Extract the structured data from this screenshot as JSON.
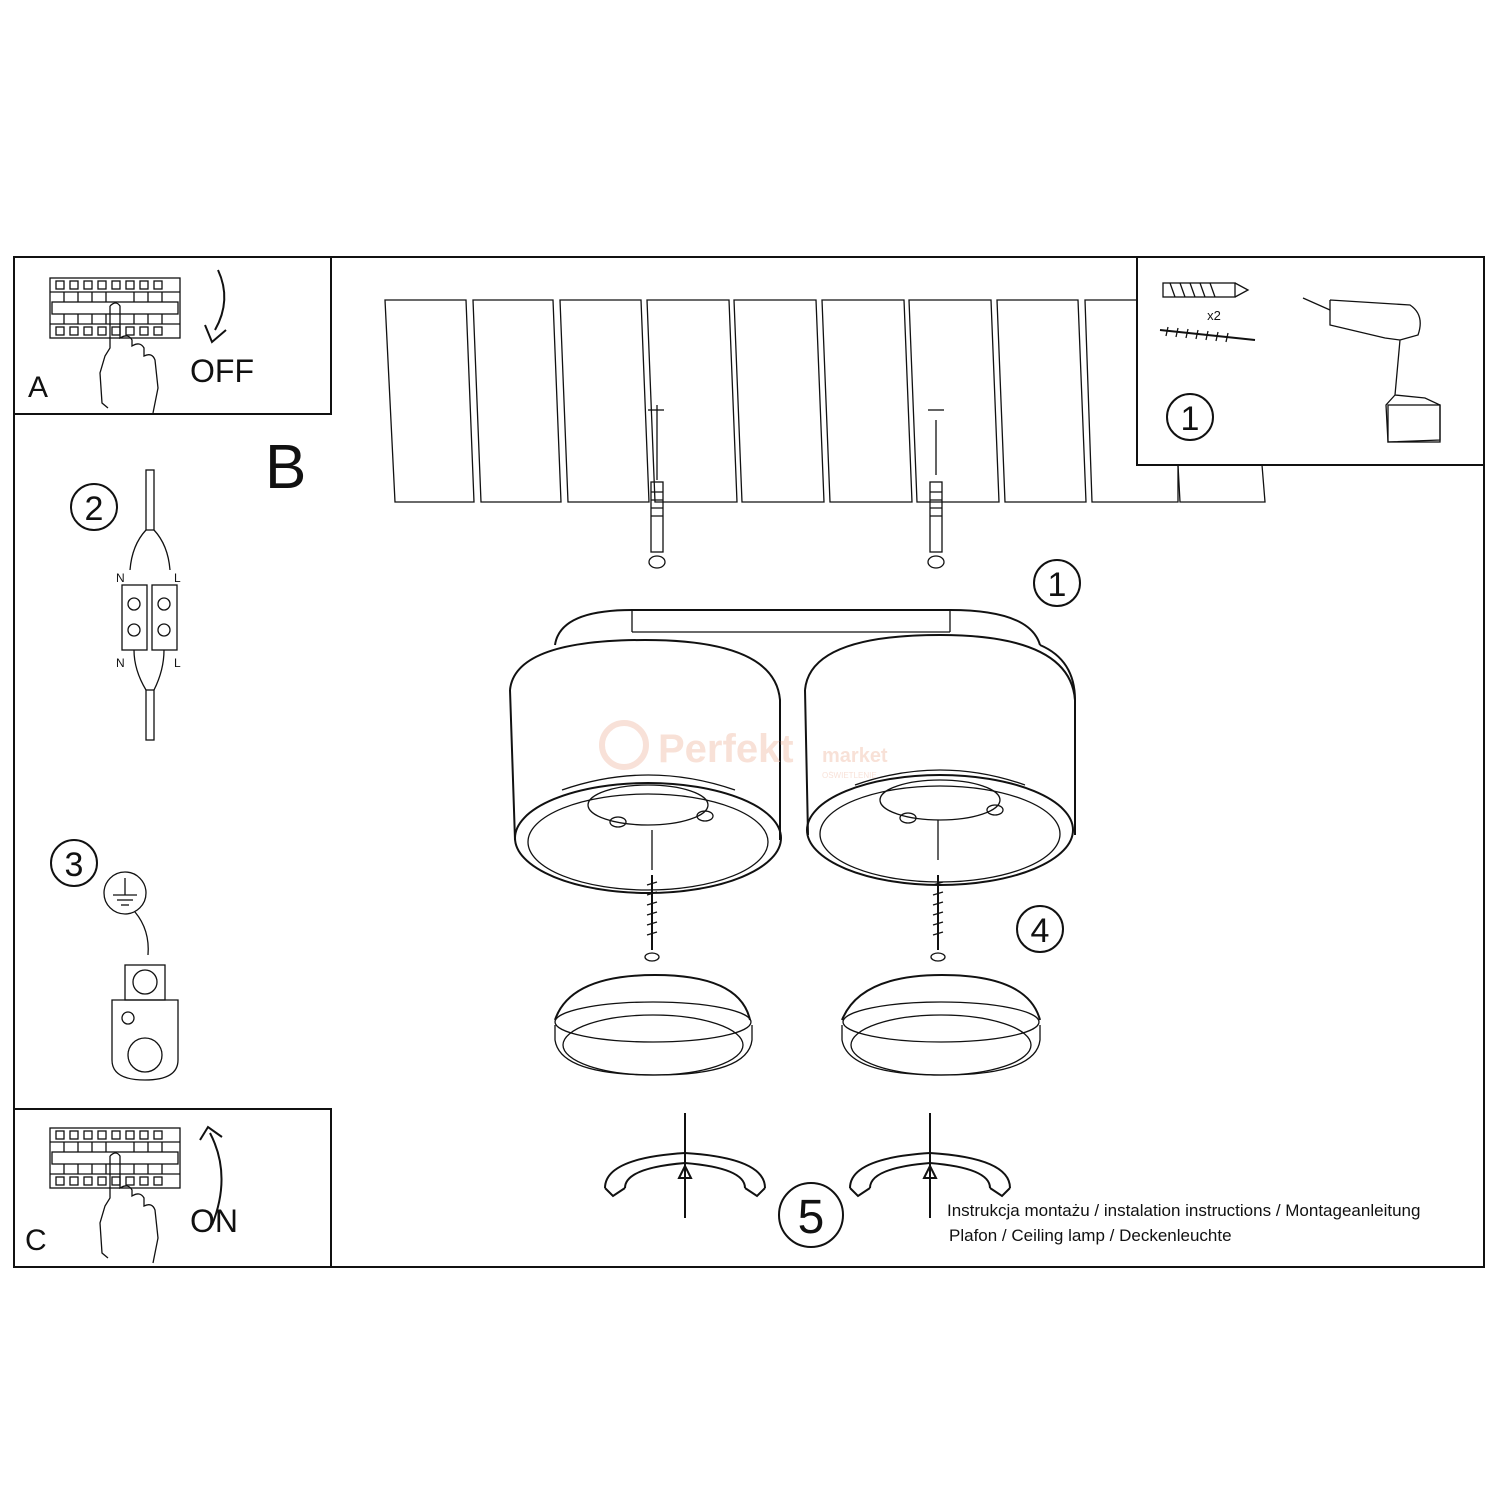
{
  "panels": {
    "a": {
      "letter": "A",
      "state_label": "OFF"
    },
    "b": {
      "letter": "B"
    },
    "c": {
      "letter": "C",
      "state_label": "ON"
    }
  },
  "steps": {
    "step1_kit": "1",
    "step1_main": "1",
    "step2": "2",
    "step3": "3",
    "step4": "4",
    "step5": "5"
  },
  "hardware": {
    "quantity": "x2"
  },
  "wiring": {
    "neutral_top": "N",
    "live_top": "L",
    "neutral_bottom": "N",
    "live_bottom": "L"
  },
  "watermark": {
    "brand": "Perfekt",
    "suffix": "market",
    "sub": "OŚWIETLENIE"
  },
  "caption": {
    "line1": "Instrukcja montażu / instalation instructions / Montageanleitung",
    "line2": "Plafon / Ceiling lamp / Deckenleuchte"
  }
}
